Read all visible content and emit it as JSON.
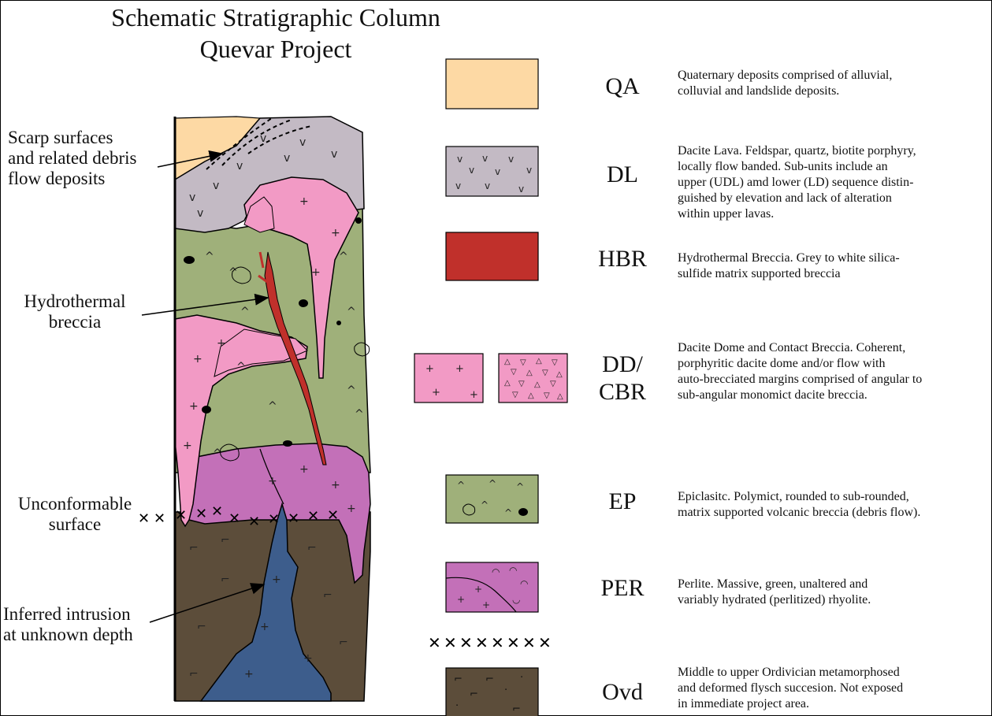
{
  "title": {
    "line1": "Schematic Stratigraphic Column",
    "line2": "Quevar Project"
  },
  "callouts": {
    "scarp": [
      "Scarp surfaces",
      "and related debris",
      "flow deposits"
    ],
    "breccia": [
      "Hydrothermal",
      "breccia"
    ],
    "unconformable": [
      "Unconformable",
      "surface"
    ],
    "intrusion": [
      "Inferred intrusion",
      "at unknown depth"
    ]
  },
  "units": [
    {
      "code": "QA",
      "color": "#fdd9a4",
      "desc": [
        "Quaternary deposits comprised of alluvial,",
        "colluvial and landslide deposits."
      ]
    },
    {
      "code": "DL",
      "color": "#c3bac4",
      "desc": [
        "Dacite Lava.  Feldspar, quartz, biotite porphyry,",
        "locally flow banded.  Sub-units include an",
        "upper (UDL) amd lower (LD) sequence distin-",
        "guished by elevation and lack of alteration",
        "within upper lavas."
      ]
    },
    {
      "code": "HBR",
      "color": "#c0302b",
      "desc": [
        "Hydrothermal Breccia.  Grey to white silica-",
        "sulfide matrix supported breccia"
      ]
    },
    {
      "code": "DD/",
      "code2": "CBR",
      "color": "#f29ac5",
      "desc": [
        "Dacite Dome and Contact Breccia.  Coherent,",
        "porphyritic dacite dome and/or flow with",
        "auto-brecciated margins comprised of angular to",
        "sub-angular monomict dacite breccia."
      ]
    },
    {
      "code": "EP",
      "color": "#9fb07a",
      "desc": [
        "Epiclasitc.  Polymict, rounded to sub-rounded,",
        "matrix supported volcanic breccia (debris flow)."
      ]
    },
    {
      "code": "PER",
      "color": "#c370b8",
      "desc": [
        "Perlite.  Massive, green, unaltered and",
        "variably hydrated (perlitized) rhyolite."
      ]
    },
    {
      "code": "Ovd",
      "color": "#5c4d3a",
      "desc": [
        "Middle to upper Ordivician metamorphosed",
        "and deformed flysch succesion.  Not exposed",
        "in immediate project area."
      ]
    }
  ],
  "unconformity_symbol": "xxxxxxxx",
  "icons": {
    "cross": "x-mark-icon"
  }
}
